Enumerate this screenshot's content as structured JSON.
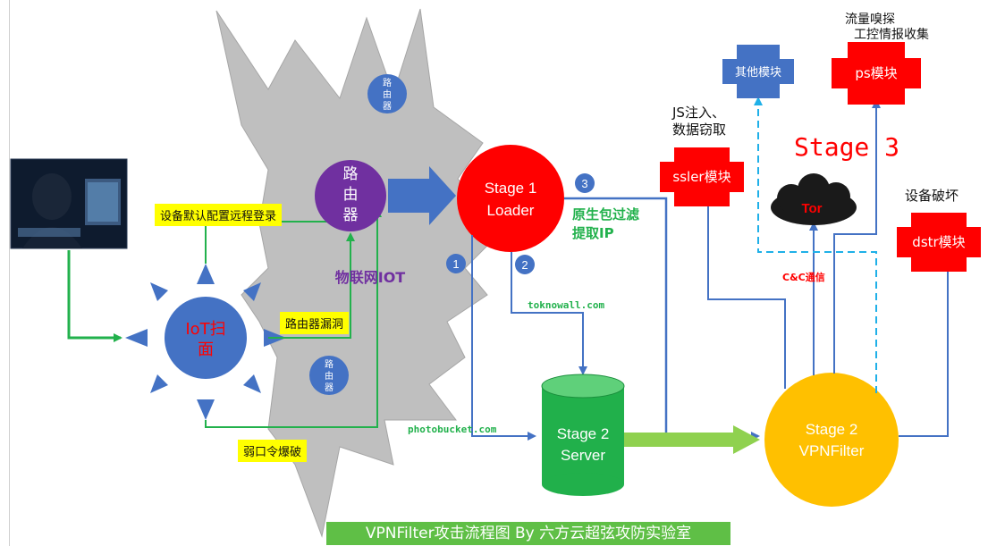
{
  "diagram": {
    "footer": "VPNFilter攻击流程图 By 六方云超弦攻防实验室",
    "nodes": {
      "router_main": {
        "line1": "路",
        "line2": "由",
        "line3": "器"
      },
      "router_small_top": {
        "line1": "路",
        "line2": "由",
        "line3": "器"
      },
      "router_small_bottom": {
        "line1": "路",
        "line2": "由",
        "line3": "器"
      },
      "iot_scan": {
        "line1": "IoT扫",
        "line2": "面"
      },
      "stage1": {
        "line1": "Stage 1",
        "line2": "Loader"
      },
      "stage2_server": {
        "line1": "Stage 2",
        "line2": "Server"
      },
      "stage2_vpnfilter": {
        "line1": "Stage 2",
        "line2": "VPNFilter"
      },
      "tor": "Tor",
      "other_module": "其他模块",
      "ps_module": "ps模块",
      "ssler_module": "ssler模块",
      "dstr_module": "dstr模块"
    },
    "labels": {
      "iot_network": "物联网IOT",
      "default_config_login": "设备默认配置远程登录",
      "router_vuln": "路由器漏洞",
      "weak_password": "弱口令爆破",
      "native_filter_line1": "原生包过滤",
      "native_filter_line2": "提取IP",
      "toknowall": "toknowall.com",
      "photobucket": "photobucket.com",
      "cnc": "C&C通信",
      "stage3": "Stage 3",
      "ps_desc_line1": "流量嗅探",
      "ps_desc_line2": "工控情报收集",
      "ssler_desc_line1": "JS注入、",
      "ssler_desc_line2": "数据窃取",
      "dstr_desc": "设备破坏",
      "step1": "1",
      "step2": "2",
      "step3": "3"
    },
    "colors": {
      "blue_node": "#4472c4",
      "purple_router": "#7030a0",
      "red_node": "#ff0000",
      "green_server": "#21b04b",
      "yellow_vpnfilter": "#ffc000",
      "green_arrow": "#22b14c",
      "blue_arrow": "#4472c4",
      "dashed_cyan": "#1fb0e8",
      "gray_burst": "#bfbfbf",
      "footer_green": "#5fbf46",
      "label_yellow": "#ffff00"
    },
    "icons": {
      "attacker": "hacker-icon"
    }
  }
}
